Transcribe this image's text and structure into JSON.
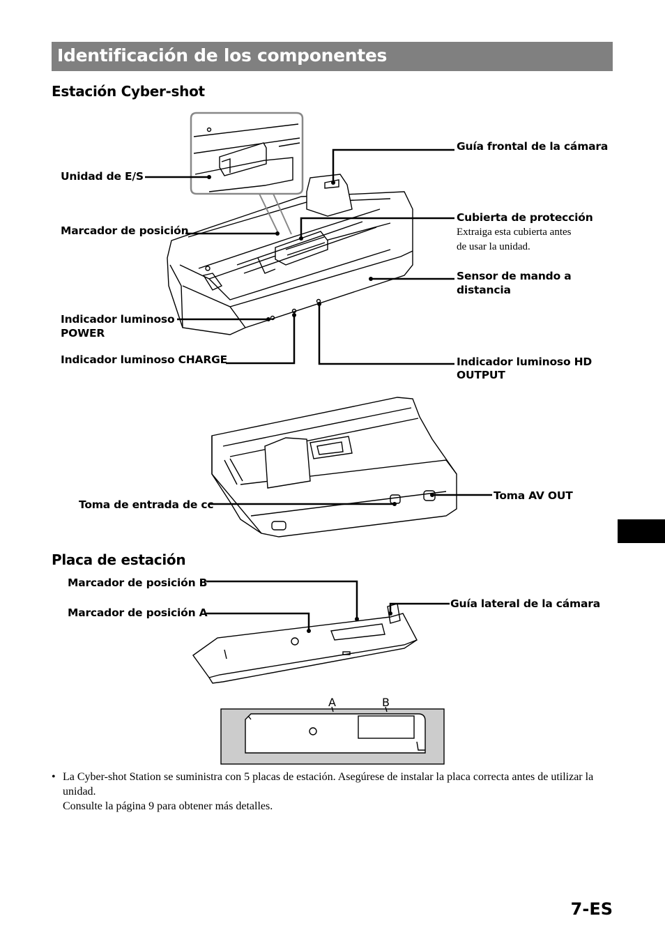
{
  "header": {
    "title": "Identificación de los componentes"
  },
  "section1": {
    "heading": "Estación Cyber-shot",
    "labels": {
      "io_unit": "Unidad de E/S",
      "position_marker": "Marcador de posición",
      "power_line1": "Indicador luminoso",
      "power_line2": "POWER",
      "charge": "Indicador luminoso CHARGE",
      "front_guide": "Guía frontal de la cámara",
      "cover": "Cubierta de protección",
      "cover_desc1": "Extraiga esta cubierta antes",
      "cover_desc2": "de usar la unidad.",
      "remote_line1": "Sensor de mando a",
      "remote_line2": "distancia",
      "hd_line1": "Indicador luminoso HD",
      "hd_line2": "OUTPUT",
      "dc_in": "Toma de entrada de cc",
      "av_out": "Toma AV OUT"
    }
  },
  "section2": {
    "heading": "Placa de estación",
    "labels": {
      "marker_b": "Marcador de posición B",
      "marker_a": "Marcador de posición A",
      "side_guide": "Guía lateral de la cámara",
      "letter_a": "A",
      "letter_b": "B"
    }
  },
  "note": {
    "bullet": "•",
    "text1": "La Cyber-shot Station se suministra con 5 placas de estación. Asegúrese de instalar la placa correcta antes de utilizar la unidad.",
    "text2": "Consulte la página 9 para obtener más detalles."
  },
  "footer": {
    "page_number": "7-ES"
  }
}
